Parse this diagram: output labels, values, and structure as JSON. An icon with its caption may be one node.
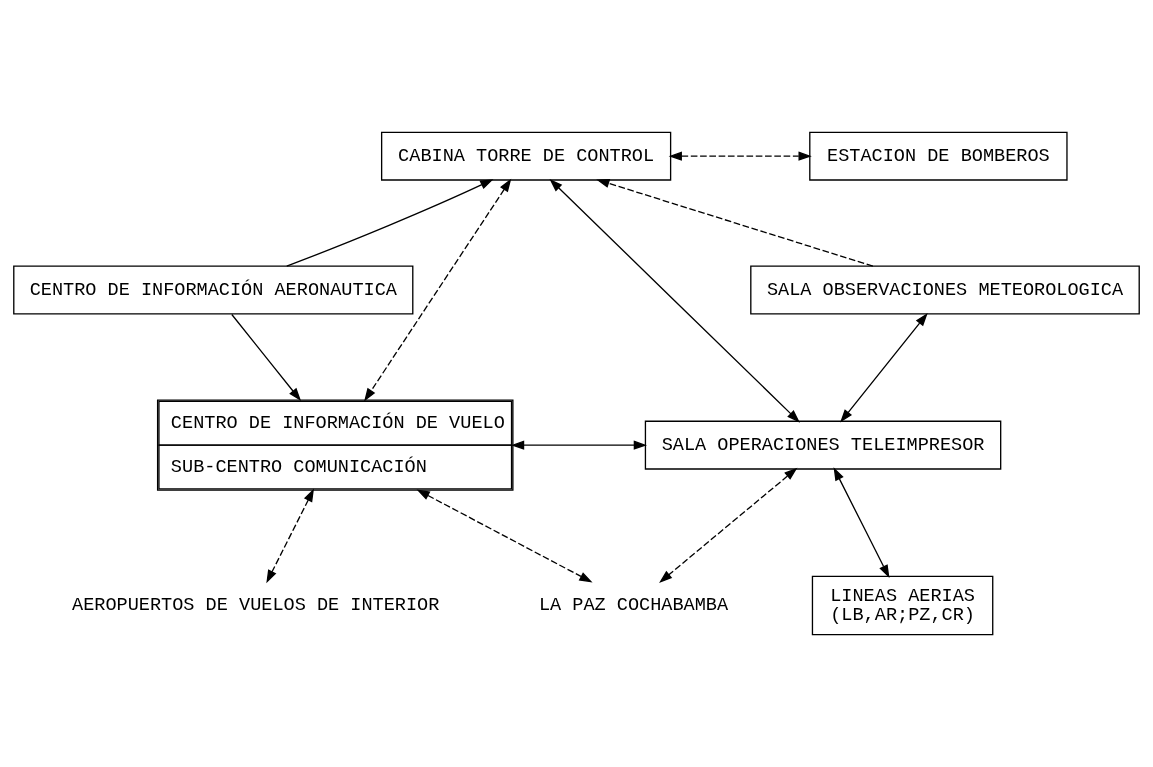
{
  "diagram": {
    "nodes": [
      {
        "text": [
          "CABINA TORRE DE CONTROL"
        ]
      },
      {
        "text": [
          "ESTACION DE BOMBEROS"
        ]
      },
      {
        "text": [
          "CENTRO DE INFORMACIÓN AERONAUTICA"
        ]
      },
      {
        "text": [
          "SALA OBSERVACIONES METEOROLOGICA"
        ]
      },
      {
        "text": [
          "CENTRO DE INFORMACIÓN DE VUELO",
          "SUB-CENTRO COMUNICACIÓN"
        ]
      },
      {
        "text": [
          "SALA OPERACIONES TELEIMPRESOR"
        ]
      },
      {
        "text": [
          "AEROPUERTOS DE VUELOS DE INTERIOR"
        ]
      },
      {
        "text": [
          "LA PAZ COCHABAMBA"
        ]
      },
      {
        "text": [
          "LINEAS AERIAS",
          "(LB,AR;PZ,CR)"
        ]
      }
    ],
    "edges": [
      {
        "from": 2,
        "to": 0,
        "arrow": "to"
      },
      {
        "from": 0,
        "to": 1,
        "arrow": "both",
        "style": "dashed"
      },
      {
        "from": 3,
        "to": 0,
        "arrow": "to",
        "style": "dashed"
      },
      {
        "from": 0,
        "to": 4,
        "arrow": "both",
        "style": "dashed"
      },
      {
        "from": 0,
        "to": 5,
        "arrow": "both"
      },
      {
        "from": 2,
        "to": 4,
        "arrow": "to"
      },
      {
        "from": 3,
        "to": 5,
        "arrow": "both"
      },
      {
        "from": 4,
        "to": 5,
        "arrow": "both"
      },
      {
        "from": 4,
        "to": 6,
        "arrow": "both",
        "style": "dashed"
      },
      {
        "from": 4,
        "to": 7,
        "arrow": "both",
        "style": "dashed"
      },
      {
        "from": 5,
        "to": 7,
        "arrow": "both",
        "style": "dashed"
      },
      {
        "from": 5,
        "to": 8,
        "arrow": "both"
      }
    ]
  }
}
